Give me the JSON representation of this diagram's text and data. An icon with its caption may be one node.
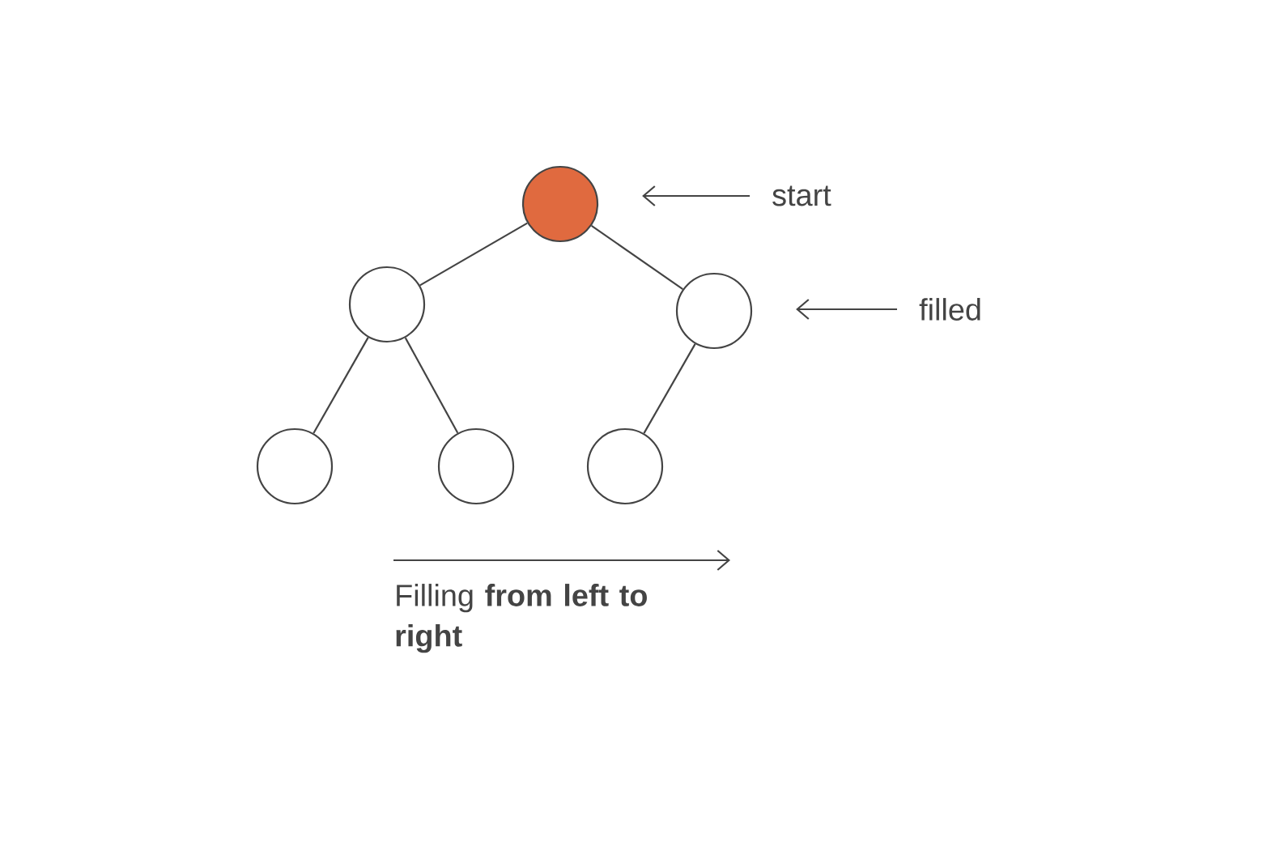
{
  "diagram": {
    "nodes": [
      {
        "text": [],
        "shape": "circle"
      },
      {
        "text": [],
        "shape": "circle"
      },
      {
        "text": [],
        "shape": "circle"
      },
      {
        "text": [],
        "shape": "circle"
      },
      {
        "text": [],
        "shape": "circle"
      },
      {
        "text": [],
        "shape": "circle"
      },
      {
        "text": [
          "start"
        ]
      },
      {
        "text": [
          "filled"
        ]
      }
    ],
    "edges": [
      {
        "from": 0,
        "to": 1,
        "arrow": "none"
      },
      {
        "from": 0,
        "to": 2,
        "arrow": "none"
      },
      {
        "from": 1,
        "to": 3,
        "arrow": "none"
      },
      {
        "from": 1,
        "to": 4,
        "arrow": "none"
      },
      {
        "from": 2,
        "to": 5,
        "arrow": "none"
      },
      {
        "from": 6,
        "to": 0,
        "arrow": "to"
      },
      {
        "from": 7,
        "to": 2,
        "arrow": "to"
      }
    ],
    "labels": [
      "Filling **from left to right**"
    ]
  }
}
